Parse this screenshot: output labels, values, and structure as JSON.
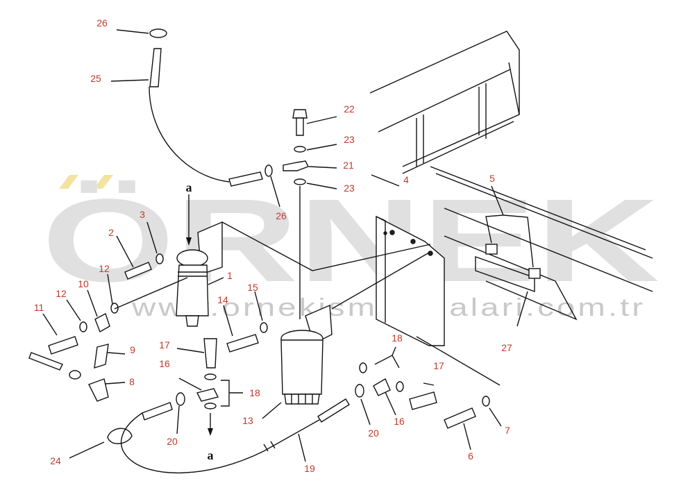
{
  "watermark": {
    "brand": "ÖRNEK",
    "url": "www.ornekismakinalari.com.tr"
  },
  "view_markers": [
    "a",
    "a"
  ],
  "callouts": [
    "26",
    "25",
    "22",
    "23",
    "21",
    "23",
    "4",
    "5",
    "26",
    "3",
    "2",
    "1",
    "12",
    "10",
    "12",
    "15",
    "14",
    "11",
    "9",
    "17",
    "16",
    "8",
    "18",
    "18",
    "17",
    "27",
    "13",
    "16",
    "20",
    "20",
    "7",
    "6",
    "24",
    "19"
  ],
  "colors": {
    "callout": "#c0392b",
    "line": "#111111",
    "watermark": "#e0e0e0",
    "watermark_accent": "#f3e3a0"
  }
}
